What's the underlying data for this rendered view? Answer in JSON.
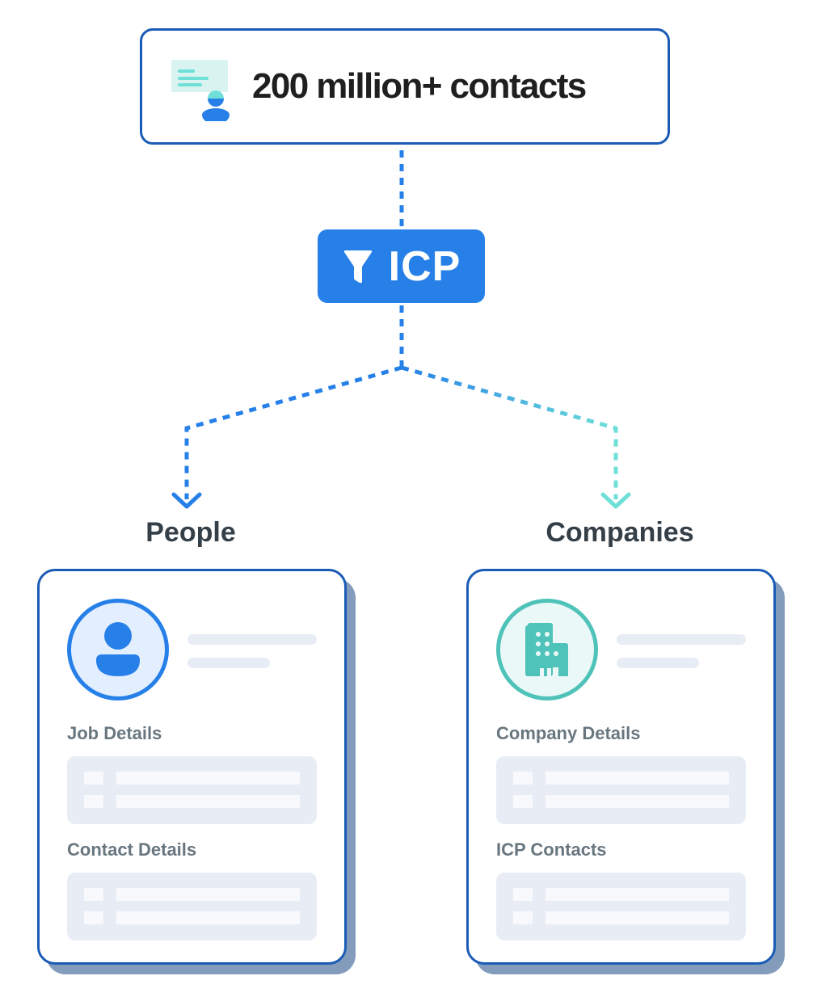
{
  "header": {
    "title": "200 million+ contacts",
    "icon": "contact-card-icon"
  },
  "filter": {
    "label": "ICP",
    "icon": "funnel-icon"
  },
  "colors": {
    "primary_blue": "#2680e8",
    "border_blue": "#1a5bb5",
    "teal": "#4fc3b9",
    "teal_light": "#6ee0d8",
    "shadow": "#839cbc",
    "placeholder": "#e8edf5",
    "heading_text": "#353f48",
    "label_text": "#68767f"
  },
  "branches": [
    {
      "title": "People",
      "icon": "person-icon",
      "sections": [
        {
          "label": "Job Details"
        },
        {
          "label": "Contact Details"
        }
      ]
    },
    {
      "title": "Companies",
      "icon": "building-icon",
      "sections": [
        {
          "label": "Company Details"
        },
        {
          "label": "ICP Contacts"
        }
      ]
    }
  ]
}
